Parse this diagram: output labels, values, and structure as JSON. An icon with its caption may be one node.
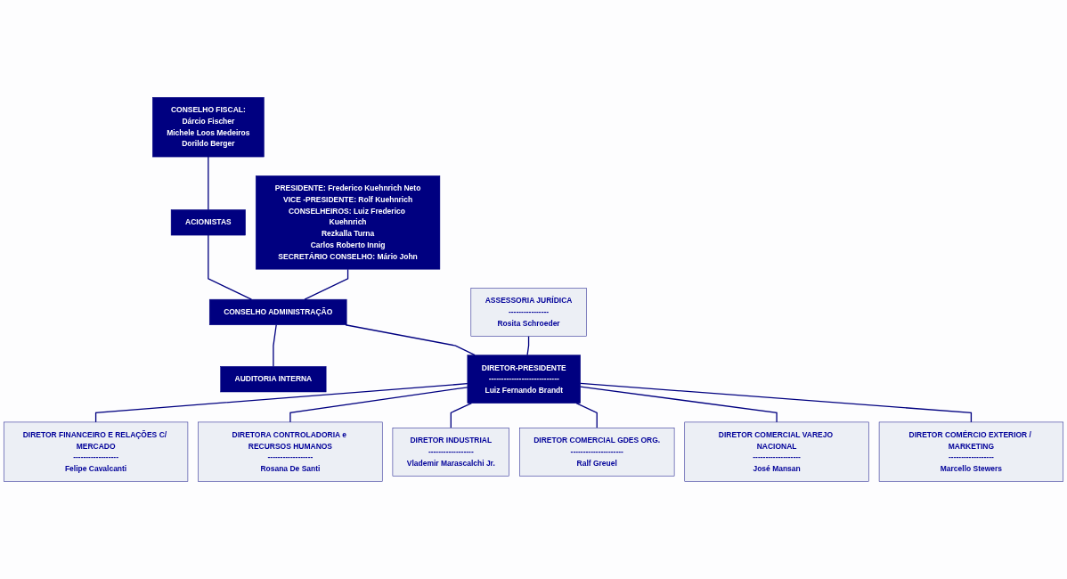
{
  "diagram": {
    "nodes": [
      {
        "text": [
          "CONSELHO FISCAL:",
          "Dárcio Fischer",
          "Michele Loos Medeiros",
          "Dorildo Berger"
        ]
      },
      {
        "text": [
          "ACIONISTAS"
        ]
      },
      {
        "text": [
          "PRESIDENTE: Frederico Kuehnrich Neto",
          "VICE -PRESIDENTE: Rolf Kuehnrich",
          "CONSELHEIROS: Luiz Frederico Kuehnrich",
          "Rezkalla Turna",
          "Carlos Roberto Innig",
          "SECRETÁRIO CONSELHO: Mário John"
        ]
      },
      {
        "text": [
          "CONSELHO ADMINISTRAÇÃO"
        ]
      },
      {
        "text": [
          "AUDITORIA INTERNA"
        ]
      },
      {
        "text": [
          "ASSESSORIA JURÍDICA",
          "----------------",
          "Rosita Schroeder"
        ]
      },
      {
        "text": [
          "DIRETOR-PRESIDENTE",
          "----------------------------",
          "Luiz Fernando Brandt"
        ]
      },
      {
        "text": [
          "DIRETOR FINANCEIRO E RELAÇÕES C/ MERCADO",
          "------------------",
          "Felipe Cavalcanti"
        ]
      },
      {
        "text": [
          "DIRETORA CONTROLADORIA e RECURSOS HUMANOS",
          "------------------",
          "Rosana De Santi"
        ]
      },
      {
        "text": [
          "DIRETOR INDUSTRIAL",
          "------------------",
          "Vlademir Marascalchi Jr."
        ]
      },
      {
        "text": [
          "DIRETOR COMERCIAL GDES ORG.",
          "---------------------",
          "Ralf Greuel"
        ]
      },
      {
        "text": [
          "DIRETOR COMERCIAL VAREJO NACIONAL",
          "-------------------",
          "José Mansan"
        ]
      },
      {
        "text": [
          "DIRETOR COMÉRCIO EXTERIOR / MARKETING",
          "------------------",
          "Marcello Stewers"
        ]
      }
    ],
    "edges": [
      {
        "from": 0,
        "to": 1,
        "arrow": "none"
      },
      {
        "from": 1,
        "to": 3,
        "arrow": "none"
      },
      {
        "from": 3,
        "to": 2,
        "arrow": "none"
      },
      {
        "from": 3,
        "to": 4,
        "arrow": "none"
      },
      {
        "from": 3,
        "to": 6,
        "arrow": "none"
      },
      {
        "from": 5,
        "to": 6,
        "arrow": "none"
      },
      {
        "from": 6,
        "to": 7,
        "arrow": "none"
      },
      {
        "from": 6,
        "to": 8,
        "arrow": "none"
      },
      {
        "from": 6,
        "to": 9,
        "arrow": "none"
      },
      {
        "from": 6,
        "to": 10,
        "arrow": "none"
      },
      {
        "from": 6,
        "to": 11,
        "arrow": "none"
      },
      {
        "from": 6,
        "to": 12,
        "arrow": "none"
      }
    ]
  }
}
